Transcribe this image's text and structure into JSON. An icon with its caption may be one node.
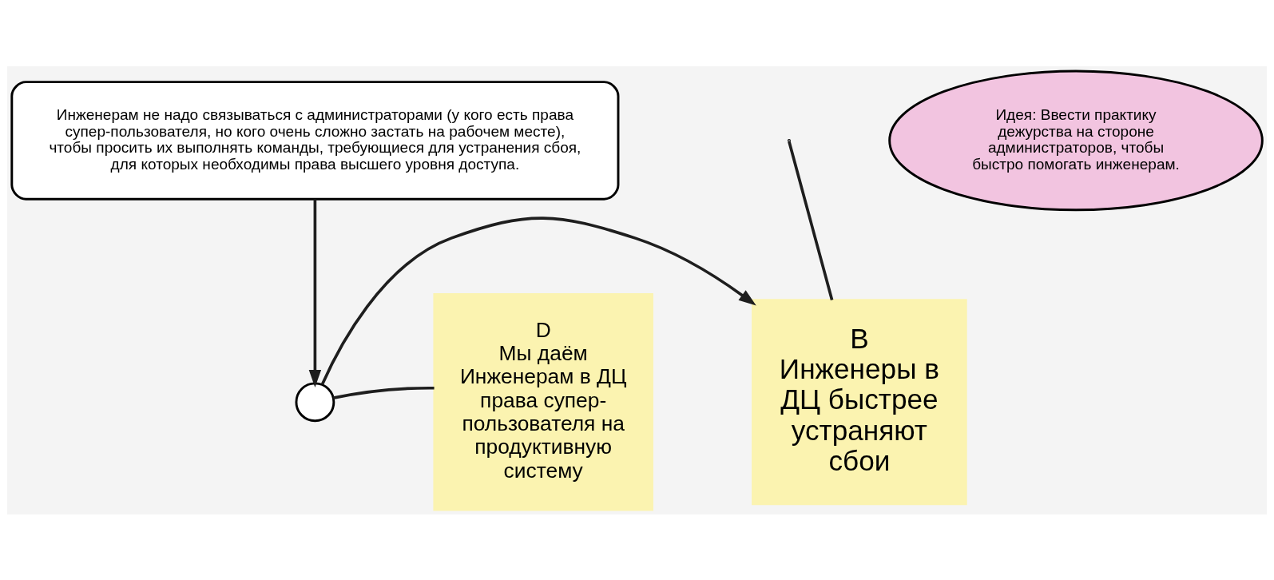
{
  "diagram": {
    "nodes": [
      {
        "text": [
          "Инженерам не надо связываться с администраторами (у кого есть права супер-пользователя, но кого очень сложно застать на рабочем месте), чтобы просить их выполнять команды, требующиеся для устранения сбоя, для которых необходимы права высшего уровня доступа."
        ]
      },
      {
        "text": [
          "Идея: Ввести практику дежурства на стороне администраторов, чтобы быстро помогать инженерам."
        ]
      },
      {
        "text": [
          "B",
          "Инженеры в ДЦ быстрее устраняют сбои"
        ]
      },
      {
        "text": [],
        "shape": "circle"
      },
      {
        "text": [
          "D",
          "Мы даём Инженерам в ДЦ права супер-пользователя на продуктивную систему"
        ]
      }
    ],
    "edges": [
      {
        "from": 0,
        "to": 3,
        "arrow": "to"
      },
      {
        "from": 3,
        "to": 2,
        "arrow": "to"
      },
      {
        "from": 4,
        "to": 3,
        "arrow": "none"
      },
      {
        "from": null,
        "to": 2,
        "arrow": "none"
      }
    ]
  }
}
